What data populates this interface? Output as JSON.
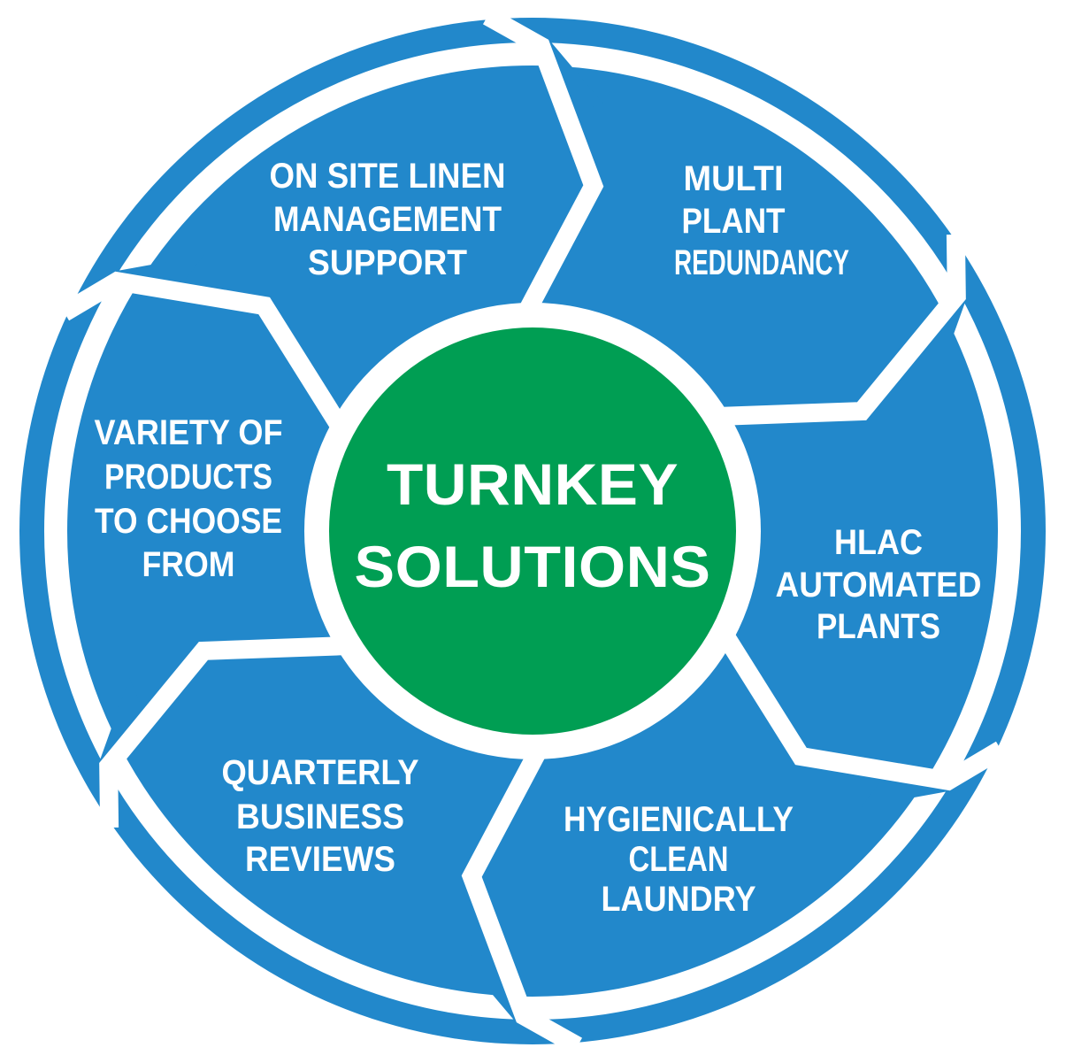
{
  "diagram_title": "Turnkey Solutions circular benefits diagram",
  "colors": {
    "blue": "#2288CB",
    "green": "#009E53",
    "text": "#FFFFFF",
    "background": "#FFFFFF"
  },
  "center": {
    "lines": [
      "TURNKEY",
      "SOLUTIONS"
    ]
  },
  "segments": [
    {
      "id": "on-site-linen-management-support",
      "lines": [
        "ON SITE LINEN",
        "MANAGEMENT",
        "SUPPORT"
      ]
    },
    {
      "id": "multi-plant-redundancy",
      "lines": [
        "MULTI",
        "PLANT",
        "REDUNDANCY"
      ]
    },
    {
      "id": "hlac-automated-plants",
      "lines": [
        "HLAC",
        "AUTOMATED",
        "PLANTS"
      ]
    },
    {
      "id": "hygienically-clean-laundry",
      "lines": [
        "HYGIENICALLY",
        "CLEAN",
        "LAUNDRY"
      ]
    },
    {
      "id": "quarterly-business-reviews",
      "lines": [
        "QUARTERLY",
        "BUSINESS",
        "REVIEWS"
      ]
    },
    {
      "id": "variety-of-products-to-choose-from",
      "lines": [
        "VARIETY OF",
        "PRODUCTS",
        "TO CHOOSE",
        "FROM"
      ]
    }
  ]
}
